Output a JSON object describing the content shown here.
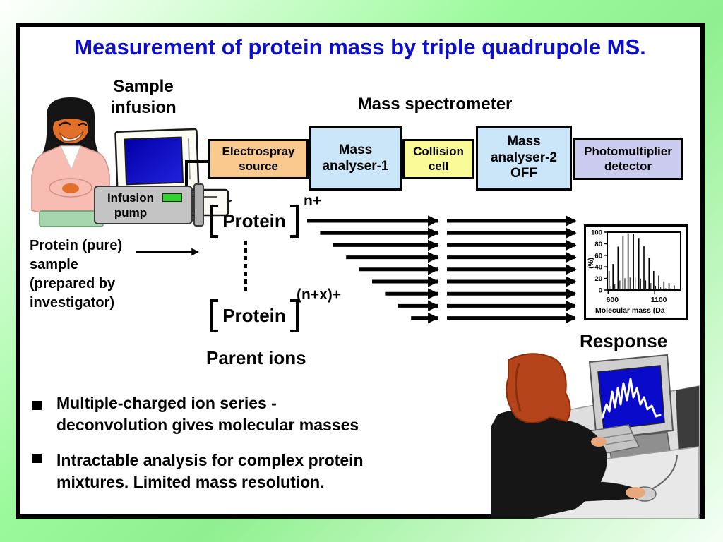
{
  "title": "Measurement of protein mass by triple quadrupole MS.",
  "colors": {
    "title_blue": "#0d0dd0",
    "background_green": "#94f594",
    "led_green": "#2fd42f",
    "screen_blue": "#0a0aca",
    "electrospray_fill": "#F9C98E",
    "analyser_fill": "#CBE6F8",
    "collision_fill": "#FAFA96",
    "photomultiplier_fill": "#CBCBF0",
    "pump_gray": "#C4C4C4"
  },
  "sample_infusion_label": "Sample\ninfusion",
  "infusion_pump_label": "Infusion\npump",
  "sample_text": "Protein (pure)\nsample\n(prepared by\ninvestigator)",
  "spectrometer": {
    "heading": "Mass spectrometer",
    "boxes": [
      {
        "name": "electrospray-source",
        "label": "Electrospray\nsource"
      },
      {
        "name": "mass-analyser-1",
        "label": "Mass\nanalyser-1"
      },
      {
        "name": "collision-cell",
        "label": "Collision\ncell"
      },
      {
        "name": "mass-analyser-2",
        "label": "Mass\nanalyser-2\nOFF"
      },
      {
        "name": "photomultiplier-detector",
        "label": "Photomultiplier\ndetector"
      }
    ]
  },
  "ions": {
    "protein_label": "Protein",
    "charge_top": "n+",
    "charge_bottom": "(n+x)+",
    "parent_label": "Parent ions",
    "beam": {
      "left_arrows": 9,
      "right_arrows": 9
    }
  },
  "response": {
    "label": "Response",
    "chart_data": {
      "type": "bar",
      "title": "",
      "xlabel": "Molecular mass (Da",
      "ylabel": "(%)",
      "x_ticks": [
        600,
        1100
      ],
      "y_ticks": [
        0,
        20,
        40,
        60,
        80,
        100
      ],
      "xlim": [
        590,
        1380
      ],
      "ylim": [
        0,
        100
      ],
      "peaks": [
        {
          "mz": 610,
          "pct": 33
        },
        {
          "mz": 652,
          "pct": 45
        },
        {
          "mz": 706,
          "pct": 75
        },
        {
          "mz": 760,
          "pct": 93
        },
        {
          "mz": 815,
          "pct": 98
        },
        {
          "mz": 872,
          "pct": 97
        },
        {
          "mz": 930,
          "pct": 90
        },
        {
          "mz": 985,
          "pct": 76
        },
        {
          "mz": 1040,
          "pct": 55
        },
        {
          "mz": 1090,
          "pct": 33
        },
        {
          "mz": 1145,
          "pct": 25
        },
        {
          "mz": 1200,
          "pct": 15
        },
        {
          "mz": 1255,
          "pct": 12
        },
        {
          "mz": 1310,
          "pct": 8
        }
      ]
    }
  },
  "bullets": [
    "Multiple-charged ion series -\ndeconvolution gives molecular masses",
    "Intractable analysis for complex protein\nmixtures. Limited mass resolution."
  ]
}
